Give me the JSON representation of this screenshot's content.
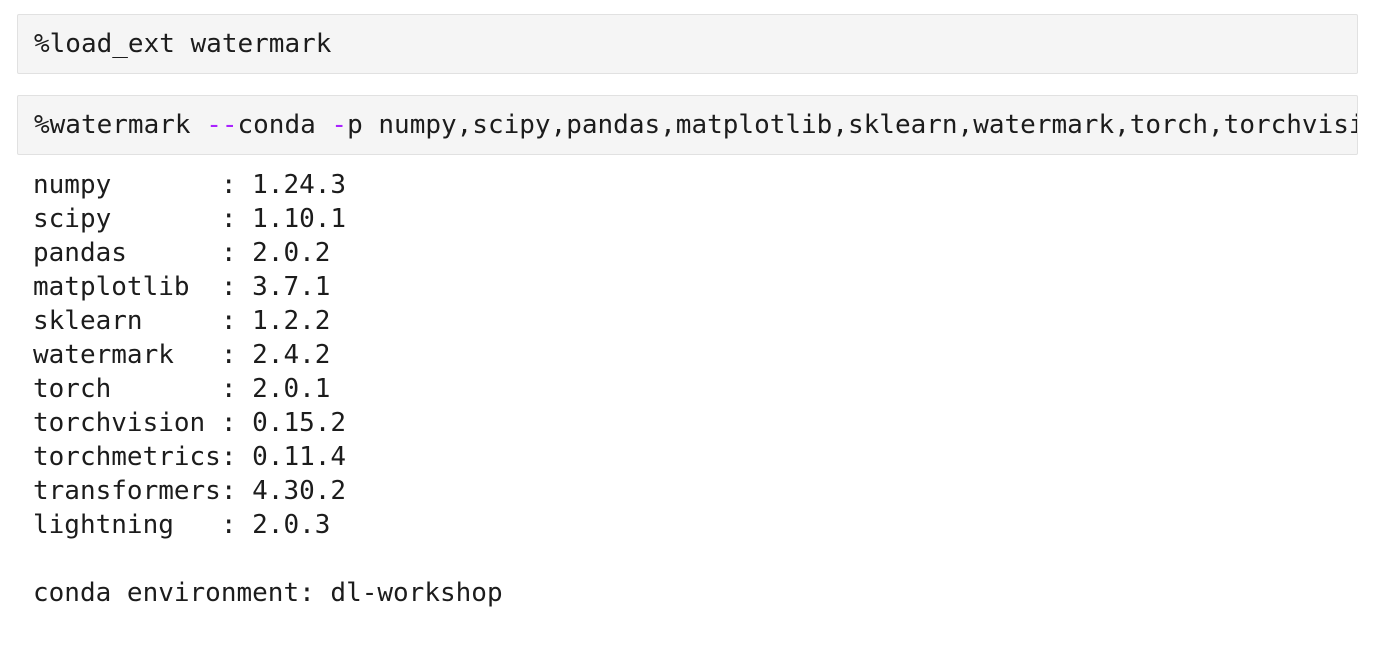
{
  "colors": {
    "cell_background": "#f5f5f5",
    "cell_border": "#e1e1e1",
    "code_text": "#1c1c1c",
    "flag_purple": "#aa22ff",
    "output_text": "#1c1c1c"
  },
  "cells": [
    {
      "id": "load-ext-cell",
      "tokens": [
        {
          "text": "%load_ext watermark",
          "style": "code"
        }
      ]
    },
    {
      "id": "watermark-cell",
      "tokens": [
        {
          "text": "%watermark ",
          "style": "code"
        },
        {
          "text": "--",
          "style": "flag"
        },
        {
          "text": "conda ",
          "style": "code"
        },
        {
          "text": "-",
          "style": "flag"
        },
        {
          "text": "p numpy,scipy,pandas,matplotlib,sklearn,watermark,torch,torchvision,torchmetrics,transformers,lightning",
          "style": "code"
        }
      ]
    }
  ],
  "output": {
    "name_pad": 12,
    "separator": ": ",
    "packages": [
      {
        "name": "numpy",
        "version": "1.24.3"
      },
      {
        "name": "scipy",
        "version": "1.10.1"
      },
      {
        "name": "pandas",
        "version": "2.0.2"
      },
      {
        "name": "matplotlib",
        "version": "3.7.1"
      },
      {
        "name": "sklearn",
        "version": "1.2.2"
      },
      {
        "name": "watermark",
        "version": "2.4.2"
      },
      {
        "name": "torch",
        "version": "2.0.1"
      },
      {
        "name": "torchvision",
        "version": "0.15.2"
      },
      {
        "name": "torchmetrics",
        "version": "0.11.4"
      },
      {
        "name": "transformers",
        "version": "4.30.2"
      },
      {
        "name": "lightning",
        "version": "2.0.3"
      }
    ],
    "environment_label": "conda environment",
    "environment_name": "dl-workshop"
  }
}
